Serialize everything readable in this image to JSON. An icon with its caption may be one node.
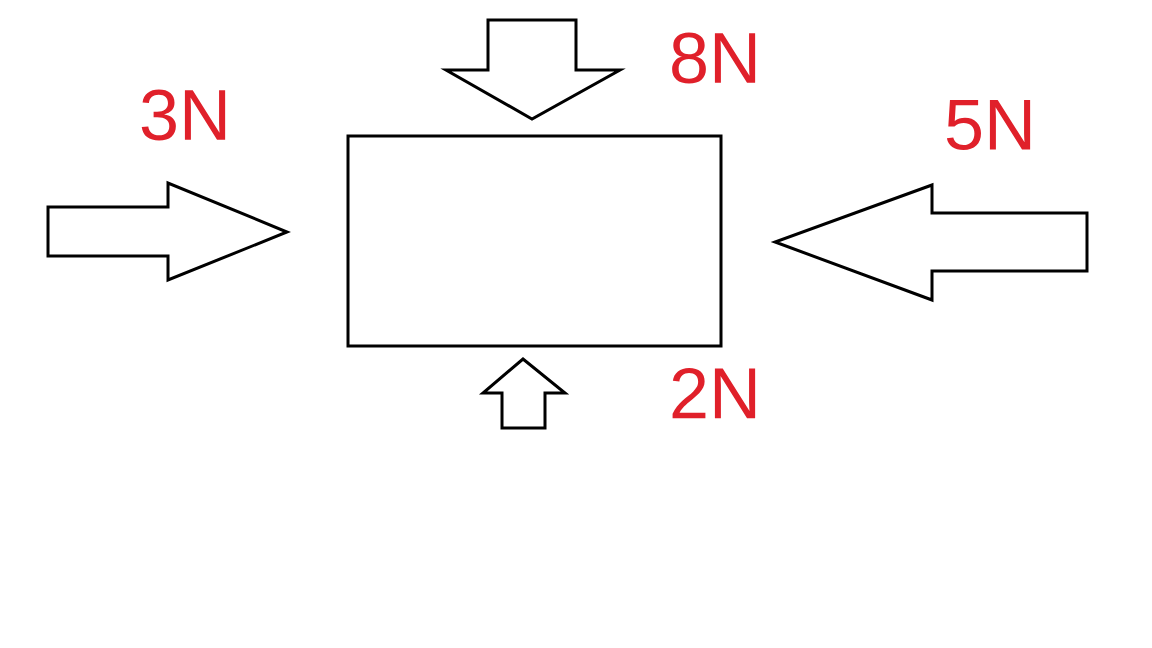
{
  "diagram": {
    "nodes": [
      {
        "text": [],
        "shape": "box"
      }
    ],
    "labels": [
      "3N",
      "8N",
      "5N",
      "2N"
    ]
  }
}
